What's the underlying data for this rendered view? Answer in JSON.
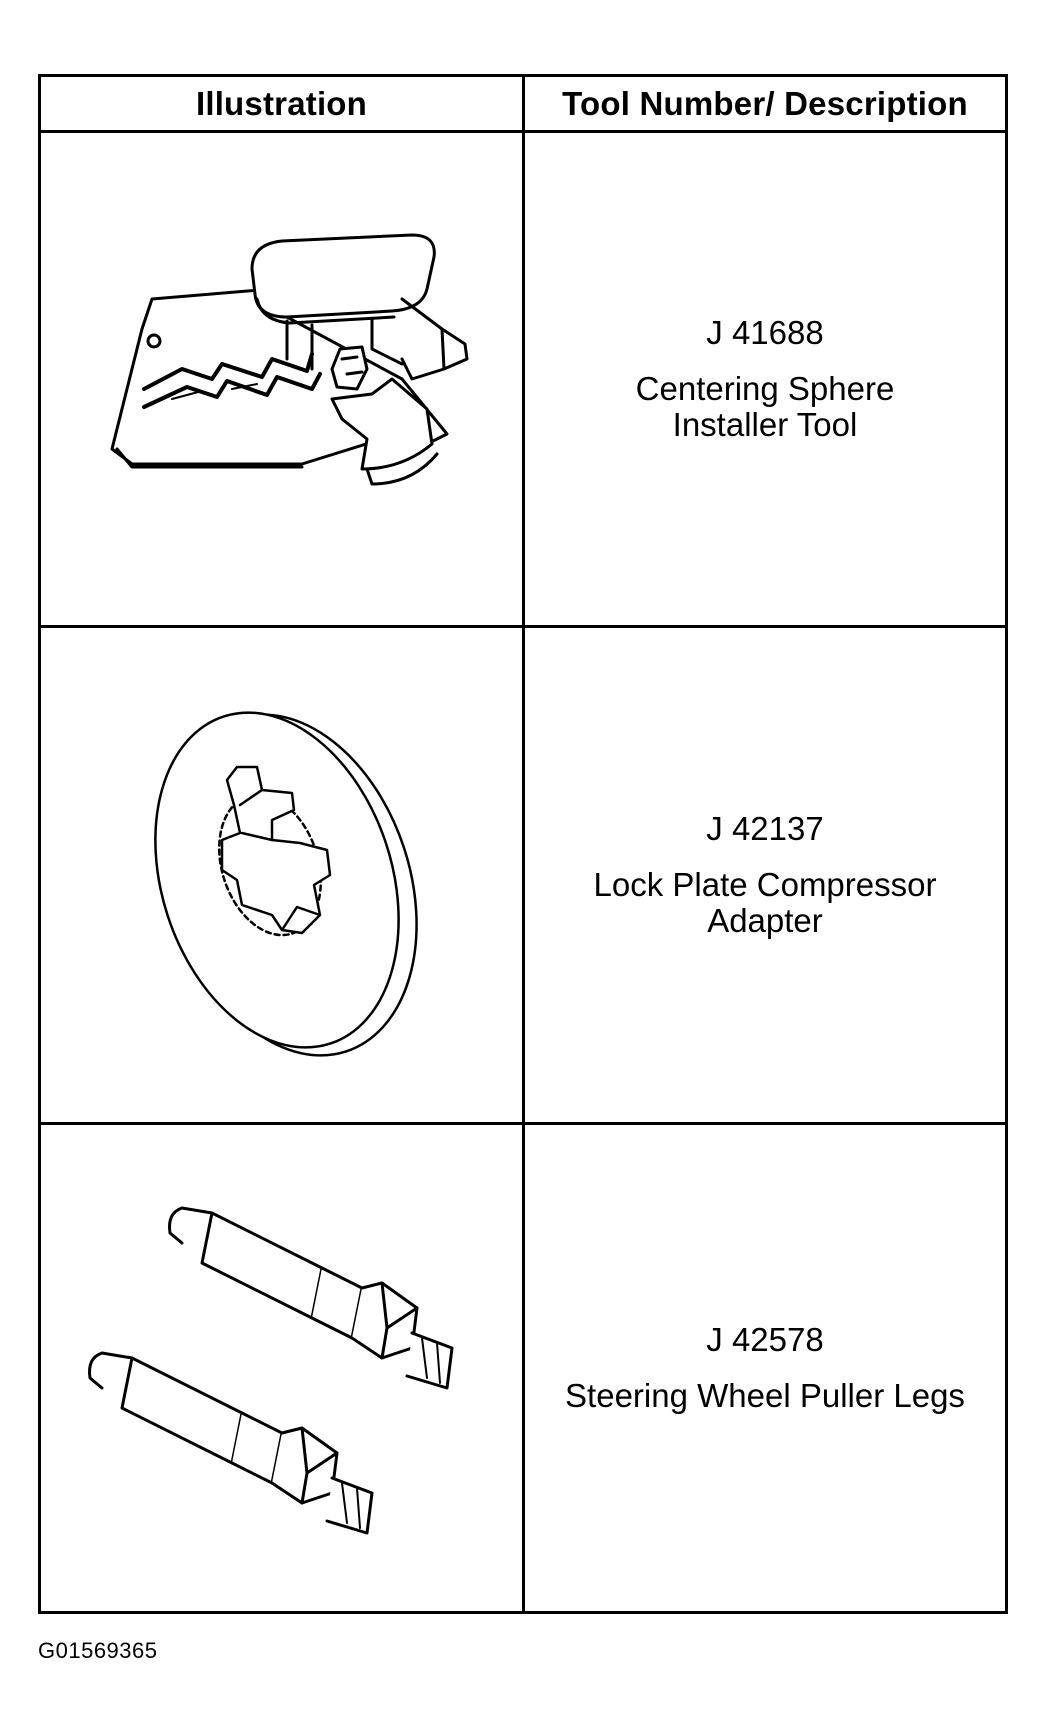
{
  "table": {
    "headers": {
      "illustration": "Illustration",
      "description": "Tool Number/ Description"
    },
    "rows": [
      {
        "tool_number": "J 41688",
        "description": "Centering Sphere\nInstaller Tool",
        "illustration_icon": "centering-sphere-installer-tool-drawing"
      },
      {
        "tool_number": "J 42137",
        "description": "Lock Plate Compressor\nAdapter",
        "illustration_icon": "lock-plate-compressor-adapter-drawing"
      },
      {
        "tool_number": "J 42578",
        "description": "Steering Wheel Puller Legs",
        "illustration_icon": "steering-wheel-puller-legs-drawing"
      }
    ]
  },
  "figure_code": "G01569365"
}
